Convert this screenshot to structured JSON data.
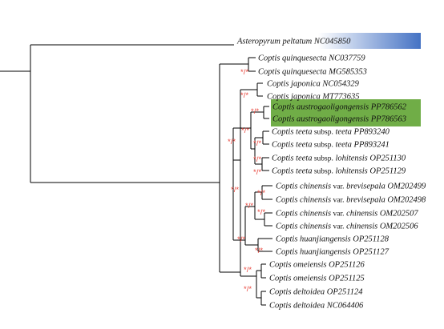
{
  "colors": {
    "outgroup_highlight_start": "#ffffff",
    "outgroup_highlight_end": "#4472c4",
    "new_species_highlight": "#70ad47",
    "branch": "#000000",
    "support": "#e8453c"
  },
  "taxa": [
    {
      "id": "t0",
      "name": "Asteropyrum peltatum",
      "rank": "",
      "epithet": "",
      "acc": "NC045850"
    },
    {
      "id": "t1",
      "name": "Coptis quinquesecta",
      "rank": "",
      "epithet": "",
      "acc": "NC037759"
    },
    {
      "id": "t2",
      "name": "Coptis quinquesecta",
      "rank": "",
      "epithet": "",
      "acc": "MG585353"
    },
    {
      "id": "t3",
      "name": "Coptis japonica",
      "rank": "",
      "epithet": "",
      "acc": "NC054329"
    },
    {
      "id": "t4",
      "name": "Coptis japonica",
      "rank": "",
      "epithet": "",
      "acc": "MT773635"
    },
    {
      "id": "t5",
      "name": "Coptis austrogaoligongensis",
      "rank": "",
      "epithet": "",
      "acc": "PP786562"
    },
    {
      "id": "t6",
      "name": "Coptis austrogaoligongensis",
      "rank": "",
      "epithet": "",
      "acc": "PP786563"
    },
    {
      "id": "t7",
      "name": "Coptis teeta",
      "rank": "subsp.",
      "epithet": "teeta",
      "acc": "PP893240"
    },
    {
      "id": "t8",
      "name": "Coptis teeta",
      "rank": "subsp.",
      "epithet": "teeta",
      "acc": "PP893241"
    },
    {
      "id": "t9",
      "name": "Coptis teeta",
      "rank": "subsp.",
      "epithet": "lohitensis",
      "acc": "OP251130"
    },
    {
      "id": "t10",
      "name": "Coptis teeta",
      "rank": "subsp.",
      "epithet": "lohitensis",
      "acc": "OP251129"
    },
    {
      "id": "t11",
      "name": "Coptis chinensis",
      "rank": "var.",
      "epithet": "brevisepala",
      "acc": "OM202499"
    },
    {
      "id": "t12",
      "name": "Coptis chinensis",
      "rank": "var.",
      "epithet": "brevisepala",
      "acc": "OM202498"
    },
    {
      "id": "t13",
      "name": "Coptis chinensis",
      "rank": "var.",
      "epithet": "chinensis",
      "acc": "OM202507"
    },
    {
      "id": "t14",
      "name": "Coptis chinensis",
      "rank": "var.",
      "epithet": "chinensis",
      "acc": "OM202506"
    },
    {
      "id": "t15",
      "name": "Coptis huanjiangensis",
      "rank": "",
      "epithet": "",
      "acc": "OP251128"
    },
    {
      "id": "t16",
      "name": "Coptis huanjiangensis",
      "rank": "",
      "epithet": "",
      "acc": "OP251127"
    },
    {
      "id": "t17",
      "name": "Coptis omeiensis",
      "rank": "",
      "epithet": "",
      "acc": "OP251126"
    },
    {
      "id": "t18",
      "name": "Coptis omeiensis",
      "rank": "",
      "epithet": "",
      "acc": "OP251125"
    },
    {
      "id": "t19",
      "name": "Coptis deltoidea",
      "rank": "",
      "epithet": "",
      "acc": "OP251124"
    },
    {
      "id": "t20",
      "name": "Coptis deltoidea",
      "rank": "",
      "epithet": "",
      "acc": "NC064406"
    }
  ],
  "support_label": "*/*",
  "highlights": [
    {
      "id": "outgroup",
      "taxa": [
        "t0"
      ],
      "color_key": "outgroup"
    },
    {
      "id": "new-species",
      "taxa": [
        "t5",
        "t6"
      ],
      "color_key": "new_species"
    }
  ]
}
